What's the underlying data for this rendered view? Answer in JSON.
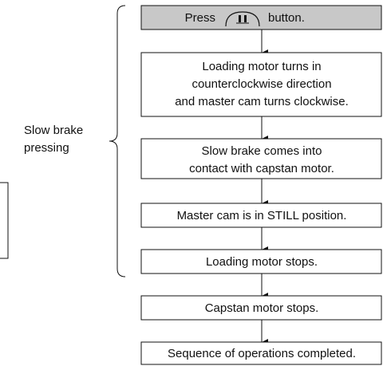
{
  "steps": [
    {
      "lines": [
        "Press",
        "button."
      ],
      "has_icon": true,
      "shaded": true
    },
    {
      "lines": [
        "Loading motor turns in",
        "counterclockwise direction",
        "and master cam turns clockwise."
      ]
    },
    {
      "lines": [
        "Slow brake comes into",
        "contact with capstan motor."
      ]
    },
    {
      "lines": [
        "Master cam is in STILL position."
      ]
    },
    {
      "lines": [
        "Loading motor stops."
      ]
    },
    {
      "lines": [
        "Capstan motor stops."
      ]
    },
    {
      "lines": [
        "Sequence of operations completed."
      ]
    }
  ],
  "side_label": {
    "lines": [
      "Slow brake",
      "pressing"
    ]
  },
  "icons": {
    "button_icon": "pause-button-icon"
  },
  "colors": {
    "shaded_box": "#c8c8c8",
    "line": "#111111"
  }
}
